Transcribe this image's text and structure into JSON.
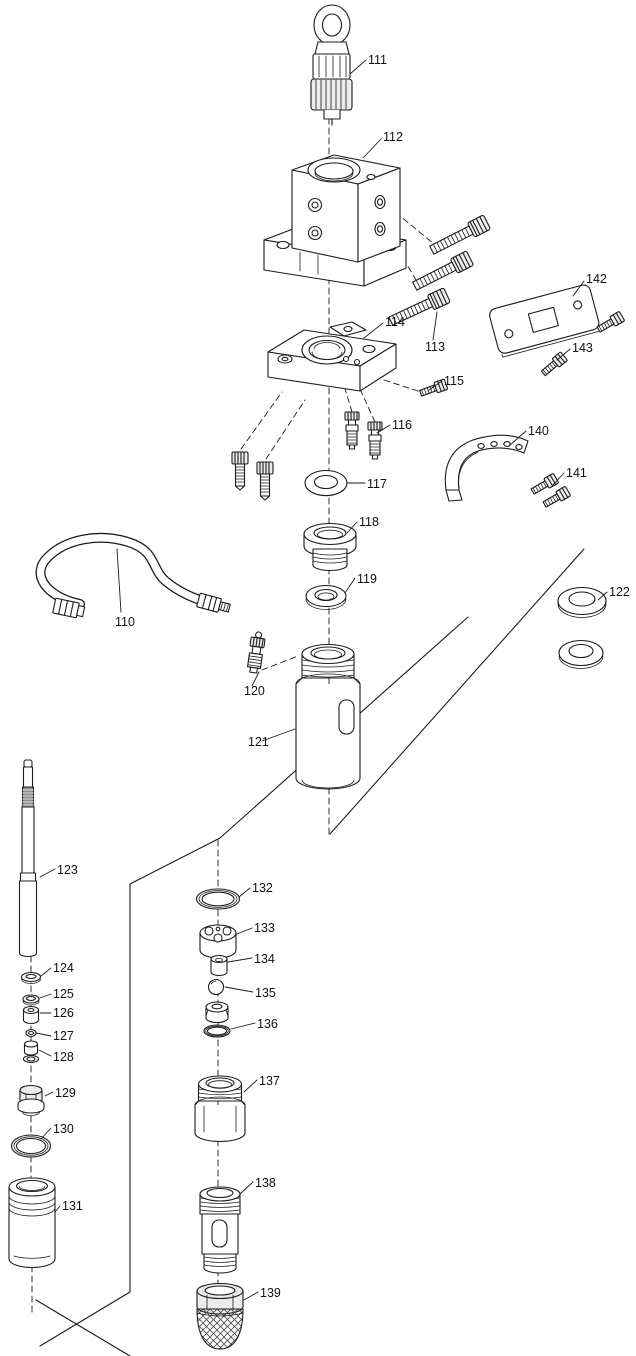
{
  "figure": {
    "kind": "exploded parts diagram",
    "background": "#ffffff",
    "ink": "#1c1c1c"
  },
  "parts": [
    {
      "id": "110"
    },
    {
      "id": "111"
    },
    {
      "id": "112"
    },
    {
      "id": "113"
    },
    {
      "id": "114"
    },
    {
      "id": "115"
    },
    {
      "id": "116"
    },
    {
      "id": "117"
    },
    {
      "id": "118"
    },
    {
      "id": "119"
    },
    {
      "id": "120"
    },
    {
      "id": "121"
    },
    {
      "id": "122"
    },
    {
      "id": "123"
    },
    {
      "id": "124"
    },
    {
      "id": "125"
    },
    {
      "id": "126"
    },
    {
      "id": "127"
    },
    {
      "id": "128"
    },
    {
      "id": "129"
    },
    {
      "id": "130"
    },
    {
      "id": "131"
    },
    {
      "id": "132"
    },
    {
      "id": "133"
    },
    {
      "id": "134"
    },
    {
      "id": "135"
    },
    {
      "id": "136"
    },
    {
      "id": "137"
    },
    {
      "id": "138"
    },
    {
      "id": "139"
    },
    {
      "id": "140"
    },
    {
      "id": "141"
    },
    {
      "id": "142"
    },
    {
      "id": "143"
    }
  ]
}
